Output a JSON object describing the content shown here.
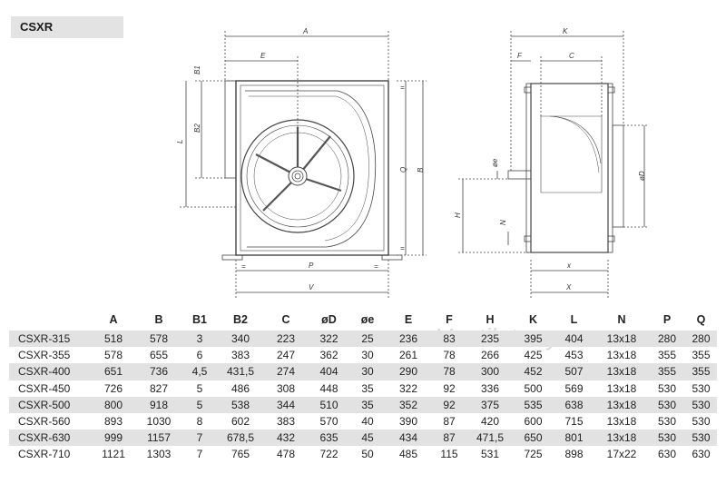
{
  "header": {
    "model_label": "CSXR"
  },
  "watermark": "Ventilatorry.ru",
  "drawing_labels": {
    "A": "A",
    "E": "E",
    "B1": "B1",
    "B2": "B2",
    "L": "L",
    "Q": "Q",
    "B": "B",
    "P": "P",
    "V": "V",
    "eq": "=",
    "K": "K",
    "F": "F",
    "C": "C",
    "phi_e": "øe",
    "phi_D": "øD",
    "H": "H",
    "N": "N",
    "x": "x",
    "X": "X"
  },
  "table": {
    "columns": [
      "",
      "A",
      "B",
      "B1",
      "B2",
      "C",
      "øD",
      "øe",
      "E",
      "F",
      "H",
      "K",
      "L",
      "N",
      "P",
      "Q"
    ],
    "rows": [
      [
        "CSXR-315",
        "518",
        "578",
        "3",
        "340",
        "223",
        "322",
        "25",
        "236",
        "83",
        "235",
        "395",
        "404",
        "13x18",
        "280",
        "280"
      ],
      [
        "CSXR-355",
        "578",
        "655",
        "6",
        "383",
        "247",
        "362",
        "30",
        "261",
        "78",
        "266",
        "425",
        "453",
        "13x18",
        "355",
        "355"
      ],
      [
        "CSXR-400",
        "651",
        "736",
        "4,5",
        "431,5",
        "274",
        "404",
        "30",
        "290",
        "78",
        "300",
        "452",
        "507",
        "13x18",
        "355",
        "355"
      ],
      [
        "CSXR-450",
        "726",
        "827",
        "5",
        "486",
        "308",
        "448",
        "35",
        "322",
        "92",
        "336",
        "500",
        "569",
        "13x18",
        "530",
        "530"
      ],
      [
        "CSXR-500",
        "800",
        "918",
        "5",
        "538",
        "344",
        "510",
        "35",
        "352",
        "92",
        "375",
        "535",
        "638",
        "13x18",
        "530",
        "530"
      ],
      [
        "CSXR-560",
        "893",
        "1030",
        "8",
        "602",
        "383",
        "570",
        "40",
        "390",
        "87",
        "420",
        "600",
        "715",
        "13x18",
        "530",
        "530"
      ],
      [
        "CSXR-630",
        "999",
        "1157",
        "7",
        "678,5",
        "432",
        "635",
        "45",
        "434",
        "87",
        "471,5",
        "650",
        "801",
        "13x18",
        "530",
        "530"
      ],
      [
        "CSXR-710",
        "1121",
        "1303",
        "7",
        "765",
        "478",
        "722",
        "50",
        "485",
        "115",
        "531",
        "725",
        "898",
        "17x22",
        "630",
        "630"
      ]
    ]
  }
}
